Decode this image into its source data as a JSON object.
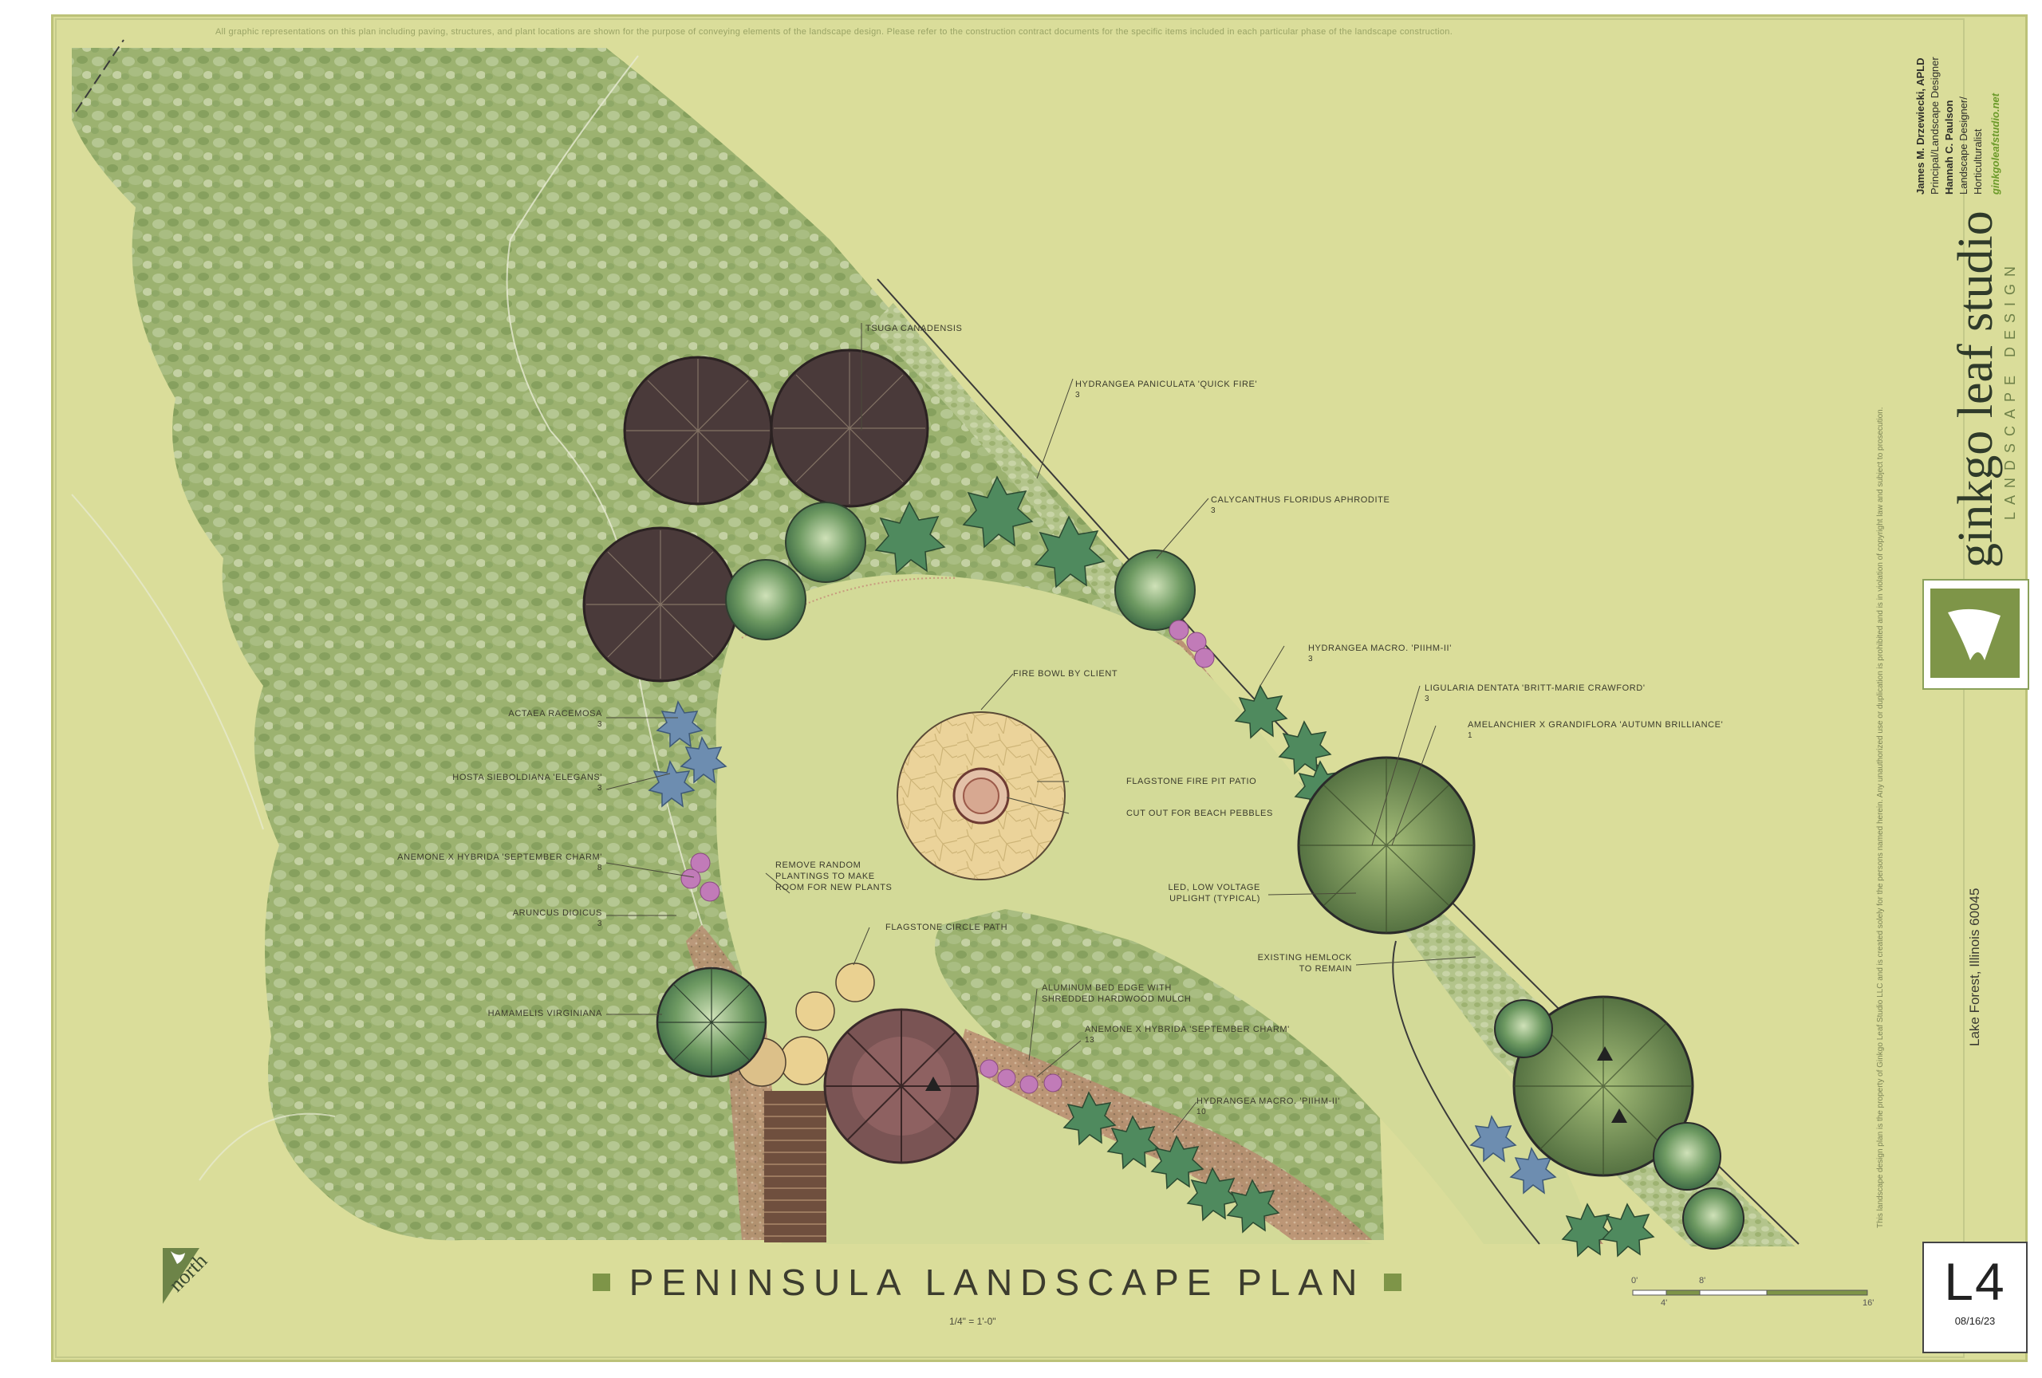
{
  "disclaimer": "All graphic representations on this plan including paving, structures, and plant locations are shown for the purpose of conveying elements of the landscape design. Please refer to the construction contract documents for the specific items included in each particular phase of the landscape construction.",
  "plan_title": "PENINSULA LANDSCAPE PLAN",
  "scale_note": "1/4\" = 1'-0\"",
  "north_label": "north",
  "callouts": {
    "tsuga": {
      "name": "TSUGA CANADENSIS",
      "qty": ""
    },
    "hydrangea_quickfire": {
      "name": "HYDRANGEA PANICULATA 'QUICK FIRE'",
      "qty": "3"
    },
    "calycanthus": {
      "name": "CALYCANTHUS FLORIDUS APHRODITE",
      "qty": "3"
    },
    "hydrangea_macro_upper": {
      "name": "HYDRANGEA MACRO. 'PIIHM-II'",
      "qty": "3"
    },
    "ligularia": {
      "name": "LIGULARIA DENTATA 'BRITT-MARIE CRAWFORD'",
      "qty": "3"
    },
    "amelanchier": {
      "name": "AMELANCHIER X GRANDIFLORA 'AUTUMN BRILLIANCE'",
      "qty": "1"
    },
    "fire_bowl": {
      "name": "FIRE BOWL BY CLIENT",
      "qty": ""
    },
    "flagstone_patio": {
      "name": "FLAGSTONE FIRE PIT PATIO",
      "qty": ""
    },
    "beach_pebbles": {
      "name": "CUT OUT FOR BEACH PEBBLES",
      "qty": ""
    },
    "led_uplight_1": {
      "name": "LED, LOW VOLTAGE",
      "qty": ""
    },
    "led_uplight_2": {
      "name": "UPLIGHT (TYPICAL)",
      "qty": ""
    },
    "existing_hemlock_1": {
      "name": "EXISTING HEMLOCK",
      "qty": ""
    },
    "existing_hemlock_2": {
      "name": "TO REMAIN",
      "qty": ""
    },
    "actaea": {
      "name": "ACTAEA RACEMOSA",
      "qty": "3"
    },
    "hosta": {
      "name": "HOSTA SIEBOLDIANA 'ELEGANS'",
      "qty": "3"
    },
    "anemone_left": {
      "name": "ANEMONE X HYBRIDA 'SEPTEMBER CHARM'",
      "qty": "8"
    },
    "aruncus": {
      "name": "ARUNCUS DIOICUS",
      "qty": "3"
    },
    "remove_1": {
      "name": "REMOVE RANDOM",
      "qty": ""
    },
    "remove_2": {
      "name": "PLANTINGS TO MAKE",
      "qty": ""
    },
    "remove_3": {
      "name": "ROOM FOR NEW PLANTS",
      "qty": ""
    },
    "flagstone_path": {
      "name": "FLAGSTONE CIRCLE PATH",
      "qty": ""
    },
    "hamamelis": {
      "name": "HAMAMELIS VIRGINIANA",
      "qty": ""
    },
    "aluminum_1": {
      "name": "ALUMINUM BED EDGE WITH",
      "qty": ""
    },
    "aluminum_2": {
      "name": "SHREDDED HARDWOOD MULCH",
      "qty": ""
    },
    "anemone_lower": {
      "name": "ANEMONE X HYBRIDA 'SEPTEMBER CHARM'",
      "qty": "13"
    },
    "hydrangea_macro_lower": {
      "name": "HYDRANGEA MACRO. 'PIIHM-II'",
      "qty": "10"
    }
  },
  "title_block": {
    "brand_name": "ginkgo leaf studio",
    "brand_sub": "LANDSCAPE DESIGN",
    "designer1_name": "James M. Drzewiecki, APLD",
    "designer1_role": "Principal/Landscape Designer",
    "designer2_name": "Hannah C. Paulson",
    "designer2_role1": "Landscape Designer/",
    "designer2_role2": "Horticulturalist",
    "website": "ginkgoleafstudio.net",
    "copyright": "This landscape design plan is the property of Ginkgo Leaf Studio LLC and is created solely for the persons named herein. Any unauthorized use or duplication is prohibited and is in violation of copyright law and subject to prosecution.",
    "location": "Lake Forest, Illinois 60045",
    "sheet_number": "L4",
    "date": "08/16/23"
  },
  "scale_bar": {
    "labels_top": [
      "0'",
      "8'"
    ],
    "labels_bottom": [
      "4'",
      "16'"
    ]
  },
  "colors": {
    "lawn": "#dadd9a",
    "woodland": "#9db474",
    "conifer": "#3f3232",
    "patio": "#e8cf92",
    "accent": "#7e9548"
  }
}
